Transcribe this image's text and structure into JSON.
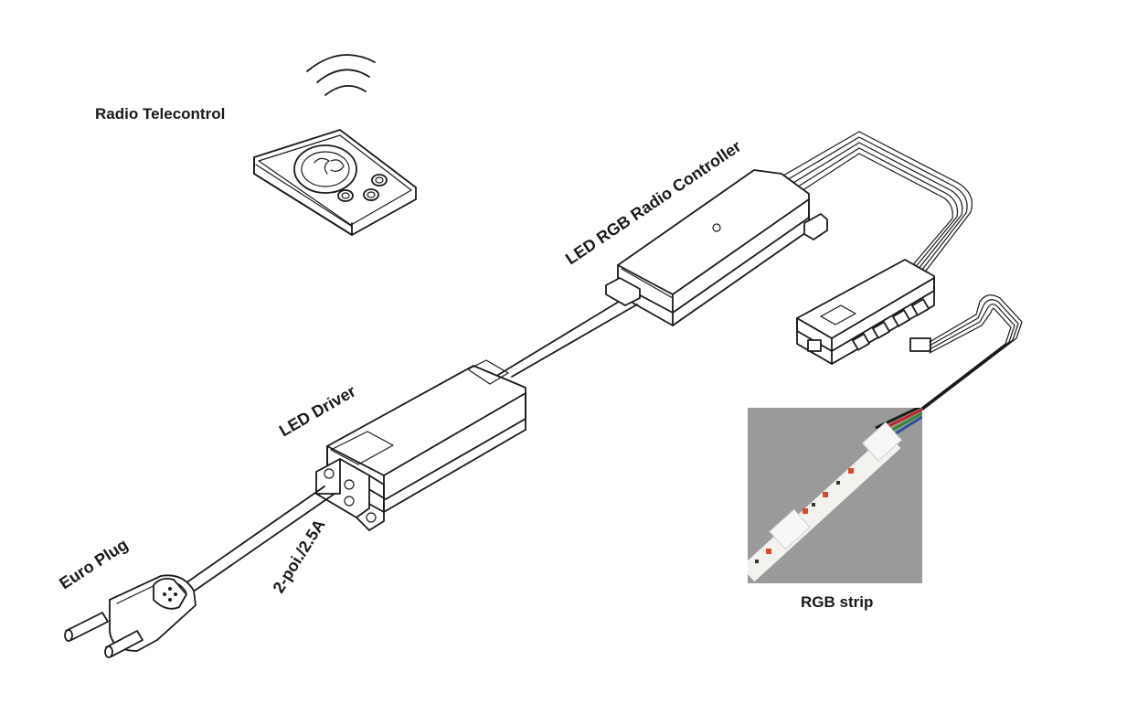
{
  "labels": {
    "radio_telecontrol": "Radio Telecontrol",
    "led_rgb_radio_controller": "LED  RGB  Radio Controller",
    "led_driver": "LED Driver",
    "euro_plug": "Euro Plug",
    "cable_spec": "2-poi./2.5A",
    "rgb_strip": "RGB strip"
  },
  "colors": {
    "line": "#1a1a1a",
    "photo_background": "#9a9a9a",
    "strip_pcb": "#f4f2ee",
    "wire_red": "#c0262b",
    "wire_green": "#2f8a3a",
    "wire_blue": "#2c4da0"
  }
}
